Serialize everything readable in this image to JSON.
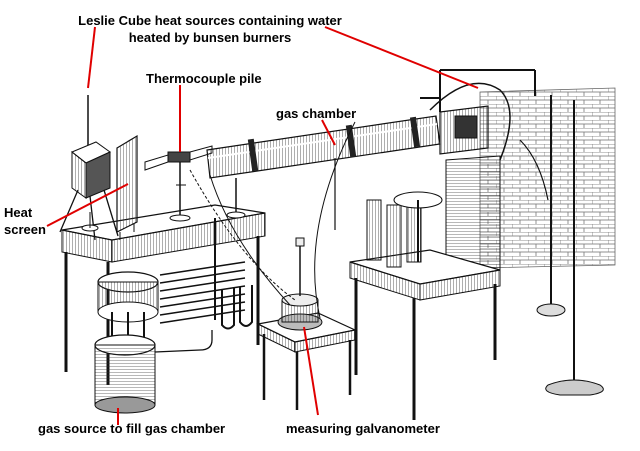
{
  "labels": {
    "leslie_line1": "Leslie Cube heat sources containing water",
    "leslie_line2": "heated by bunsen burners",
    "thermopile": "Thermocouple pile",
    "gas_chamber": "gas chamber",
    "heat_screen_line1": "Heat",
    "heat_screen_line2": "screen",
    "gas_source": "gas source to fill gas chamber",
    "galvanometer": "measuring galvanometer"
  },
  "colors": {
    "annotation_line": "#e00000",
    "engraving": "#111111",
    "text": "#000000",
    "background": "#ffffff"
  }
}
